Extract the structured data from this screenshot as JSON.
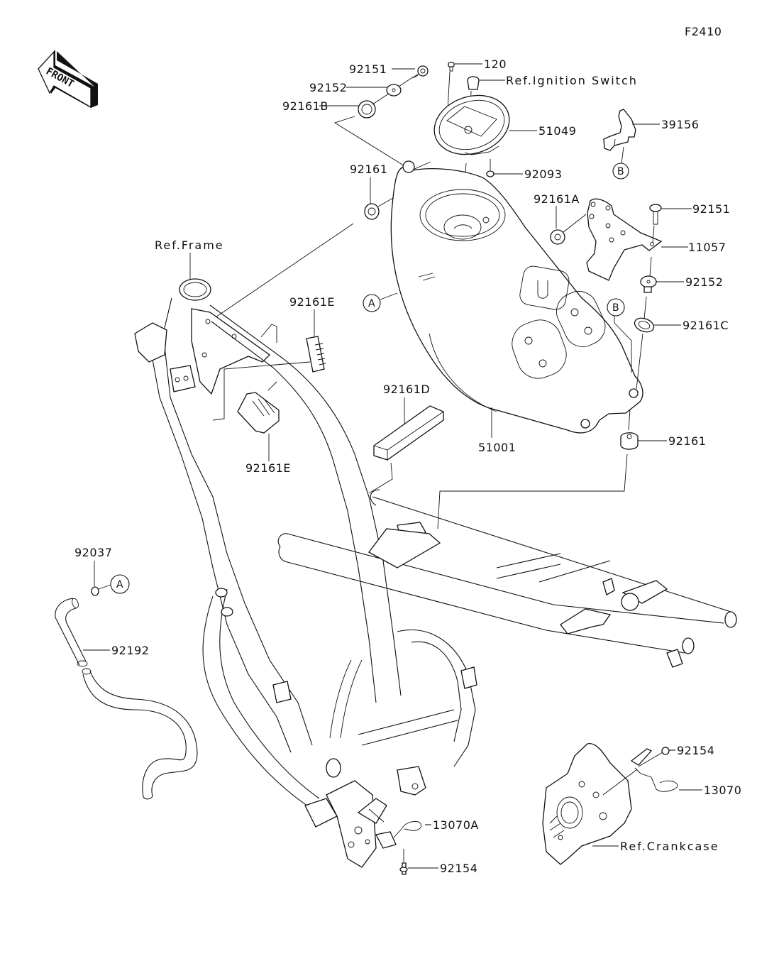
{
  "diagram": {
    "code": "F2410",
    "front_label": "FRONT",
    "references": {
      "frame": "Ref.Frame",
      "ignition_switch": "Ref.Ignition Switch",
      "crankcase": "Ref.Crankcase"
    },
    "callouts": {
      "A": "A",
      "B": "B"
    },
    "parts": {
      "p92151_top": "92151",
      "p92152_top": "92152",
      "p92161B": "92161B",
      "p120": "120",
      "p51049": "51049",
      "p92093": "92093",
      "p39156": "39156",
      "p92161_left": "92161",
      "p92161A": "92161A",
      "p92151_right": "92151",
      "p11057": "11057",
      "p92152_right": "92152",
      "p92161C": "92161C",
      "p92161E_top": "92161E",
      "p92161E_bottom": "92161E",
      "p92161D": "92161D",
      "p51001": "51001",
      "p92161_right": "92161",
      "p92037": "92037",
      "p92192": "92192",
      "p92154_right": "92154",
      "p13070": "13070",
      "p13070A": "13070A",
      "p92154_bottom": "92154"
    }
  }
}
